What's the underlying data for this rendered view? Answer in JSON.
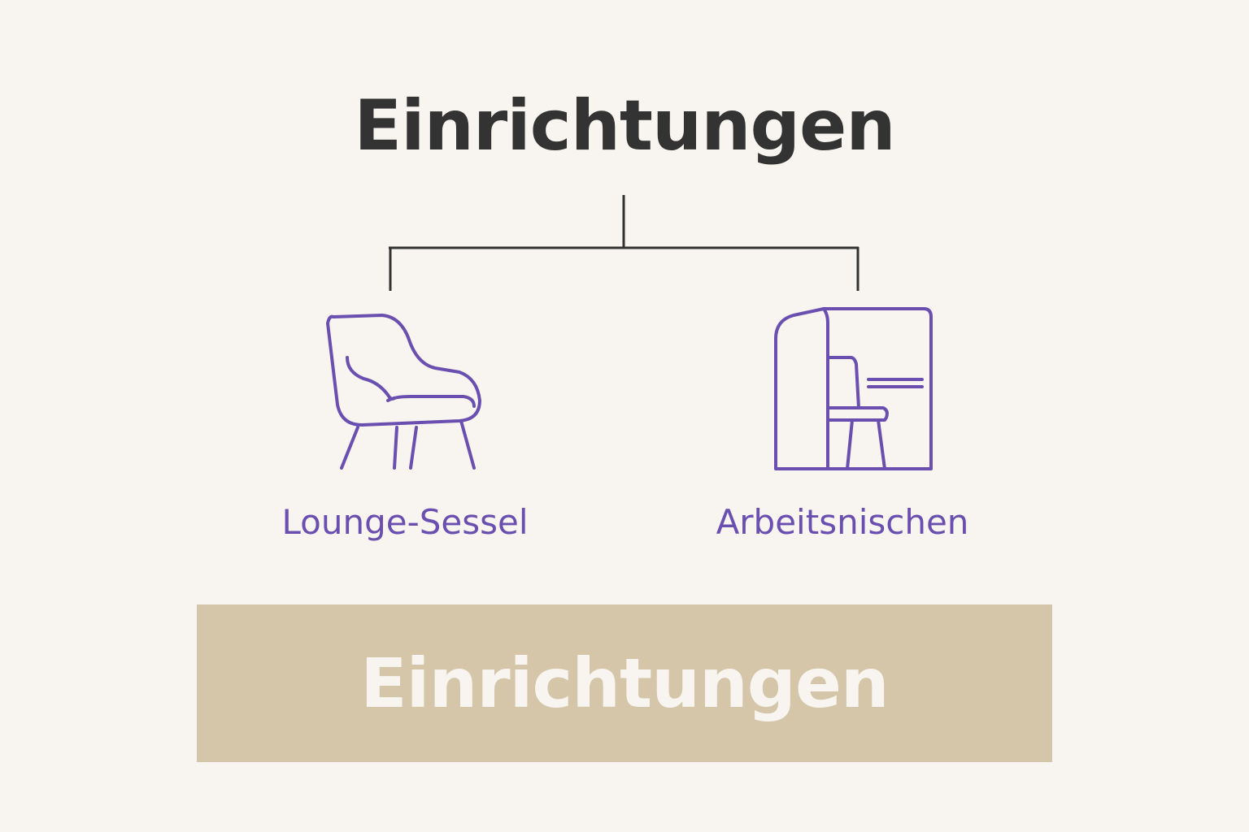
{
  "diagram": {
    "title": "Einrichtungen",
    "children": [
      {
        "label": "Lounge-Sessel",
        "icon": "lounge-chair-icon"
      },
      {
        "label": "Arbeitsnischen",
        "icon": "work-booth-icon"
      }
    ],
    "banner_text": "Einrichtungen"
  },
  "colors": {
    "background": "#f8f5f0",
    "title": "#333333",
    "connector": "#333333",
    "accent": "#6a4fb0",
    "banner": "#d5c5a9",
    "banner_text": "#f8f5f0"
  }
}
